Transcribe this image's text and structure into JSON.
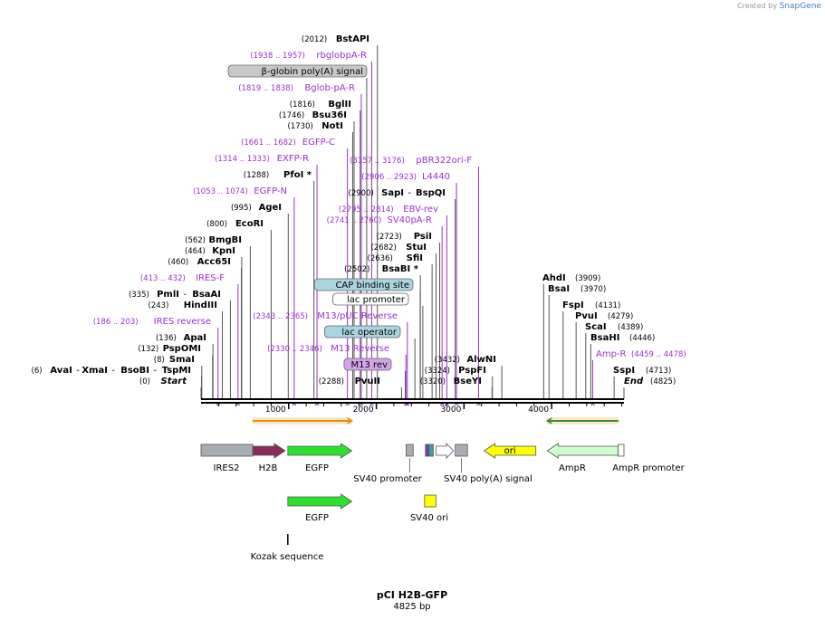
{
  "credit": {
    "prefix": "Created by",
    "brand": "SnapGene"
  },
  "plasmid": {
    "name": "pCI H2B-GFP",
    "length_label": "4825 bp",
    "length": 4825
  },
  "colors": {
    "enzyme": "#000000",
    "primer": "#9b30d0",
    "backbone": "#000000"
  },
  "ruler": {
    "ticks": [
      {
        "pos": 1000,
        "label": "1000"
      },
      {
        "pos": 2000,
        "label": "2000"
      },
      {
        "pos": 3000,
        "label": "3000"
      },
      {
        "pos": 4000,
        "label": "4000"
      }
    ]
  },
  "labels": [
    {
      "id": "BstAPI",
      "kind": "enzyme",
      "pos": "(2012)",
      "name": "BstAPI",
      "site": 2012
    },
    {
      "id": "rbglobpA-R",
      "kind": "primer",
      "pos": "(1938 .. 1957)",
      "name": "rbglobpA-R",
      "site": 1947
    },
    {
      "id": "bglobin-polyA",
      "kind": "boxed",
      "name": "β-globin poly(A) signal",
      "fill": "#c8c8c8",
      "site": 1890
    },
    {
      "id": "Bglob-pA-R",
      "kind": "primer",
      "pos": "(1819 .. 1838)",
      "name": "Bglob-pA-R",
      "site": 1828
    },
    {
      "id": "BglII",
      "kind": "enzyme",
      "pos": "(1816)",
      "name": "BglII",
      "site": 1816
    },
    {
      "id": "Bsu36I",
      "kind": "enzyme",
      "pos": "(1746)",
      "name": "Bsu36I",
      "site": 1746
    },
    {
      "id": "NotI",
      "kind": "enzyme",
      "pos": "(1730)",
      "name": "NotI",
      "site": 1730
    },
    {
      "id": "EGFP-C",
      "kind": "primer",
      "pos": "(1661 .. 1682)",
      "name": "EGFP-C",
      "site": 1670
    },
    {
      "id": "EXFP-R",
      "kind": "primer",
      "pos": "(1314 .. 1333)",
      "name": "EXFP-R",
      "site": 1323
    },
    {
      "id": "PfoI",
      "kind": "enzyme",
      "pos": "(1288)",
      "name": "PfoI *",
      "site": 1288
    },
    {
      "id": "EGFP-N",
      "kind": "primer",
      "pos": "(1053 .. 1074)",
      "name": "EGFP-N",
      "site": 1063
    },
    {
      "id": "AgeI",
      "kind": "enzyme",
      "pos": "(995)",
      "name": "AgeI",
      "site": 995
    },
    {
      "id": "EcoRI",
      "kind": "enzyme",
      "pos": "(800)",
      "name": "EcoRI",
      "site": 800
    },
    {
      "id": "BmgBI",
      "kind": "enzyme",
      "pos": "(562)",
      "name": "BmgBI",
      "site": 562
    },
    {
      "id": "KpnI",
      "kind": "enzyme",
      "pos": "(464)",
      "name": "KpnI",
      "site": 464
    },
    {
      "id": "Acc65I",
      "kind": "enzyme",
      "pos": "(460)",
      "name": "Acc65I",
      "site": 460
    },
    {
      "id": "IRES-F",
      "kind": "primer",
      "pos": "(413 .. 432)",
      "name": "IRES-F",
      "site": 422
    },
    {
      "id": "PmlI",
      "kind": "enzyme",
      "pos": "(335)",
      "name": "PmlI",
      "name2": "BsaAI",
      "site": 335
    },
    {
      "id": "HindIII",
      "kind": "enzyme",
      "pos": "(243)",
      "name": "HindIII",
      "site": 243
    },
    {
      "id": "IRES-reverse",
      "kind": "primer",
      "pos": "(186 .. 203)",
      "name": "IRES reverse",
      "site": 194
    },
    {
      "id": "ApaI",
      "kind": "enzyme",
      "pos": "(136)",
      "name": "ApaI",
      "site": 136
    },
    {
      "id": "PspOMI",
      "kind": "enzyme",
      "pos": "(132)",
      "name": "PspOMI",
      "site": 132
    },
    {
      "id": "SmaI",
      "kind": "enzyme",
      "pos": "(8)",
      "name": "SmaI",
      "site": 8
    },
    {
      "id": "AvaI",
      "kind": "enzyme",
      "pos": "(6)",
      "name": "AvaI",
      "name2": "XmaI",
      "name3": "BsoBI",
      "name4": "TspMI",
      "site": 6
    },
    {
      "id": "Start",
      "kind": "enzyme",
      "pos": "(0)",
      "name": "Start",
      "italic": true,
      "site": 0
    },
    {
      "id": "pBR322ori-F",
      "kind": "primer",
      "pos": "(3157 .. 3176)",
      "name": "pBR322ori-F",
      "site": 3166
    },
    {
      "id": "L4440",
      "kind": "primer",
      "pos": "(2906 .. 2923)",
      "name": "L4440",
      "site": 2914
    },
    {
      "id": "SapI",
      "kind": "enzyme",
      "pos": "(2900)",
      "name": "SapI",
      "name2": "BspQI",
      "site": 2900
    },
    {
      "id": "EBV-rev",
      "kind": "primer",
      "pos": "(2795 .. 2814)",
      "name": "EBV-rev",
      "site": 2804
    },
    {
      "id": "SV40pA-R",
      "kind": "primer",
      "pos": "(2741 .. 2760)",
      "name": "SV40pA-R",
      "site": 2750
    },
    {
      "id": "PsiI",
      "kind": "enzyme",
      "pos": "(2723)",
      "name": "PsiI",
      "site": 2723
    },
    {
      "id": "StuI",
      "kind": "enzyme",
      "pos": "(2682)",
      "name": "StuI",
      "site": 2682
    },
    {
      "id": "SfiI",
      "kind": "enzyme",
      "pos": "(2636)",
      "name": "SfiI",
      "site": 2636
    },
    {
      "id": "BsaBI",
      "kind": "enzyme",
      "pos": "(2502)",
      "name": "BsaBI *",
      "site": 2502
    },
    {
      "id": "CAP-binding-site",
      "kind": "boxed",
      "name": "CAP binding site",
      "fill": "#a9d5e0",
      "site": 2500
    },
    {
      "id": "lac-promoter",
      "kind": "boxed",
      "name": "lac promoter",
      "fill": "#ffffff",
      "site": 2530
    },
    {
      "id": "M13-pUC-Reverse",
      "kind": "primer",
      "pos": "(2343 .. 2365)",
      "name": "M13/pUC Reverse",
      "site": 2354
    },
    {
      "id": "lac-operator",
      "kind": "boxed",
      "name": "lac operator",
      "fill": "#a9d5e0",
      "site": 2440
    },
    {
      "id": "M13-Reverse",
      "kind": "primer",
      "pos": "(2330 .. 2346)",
      "name": "M13 Reverse",
      "site": 2338
    },
    {
      "id": "M13-rev",
      "kind": "boxed",
      "name": "M13 rev",
      "fill": "#d6a3e8",
      "site": 2330
    },
    {
      "id": "PvuII",
      "kind": "enzyme",
      "pos": "(2288)",
      "name": "PvuII",
      "site": 2288
    },
    {
      "id": "AlwNI",
      "kind": "enzyme",
      "pos": "(3432)",
      "name": "AlwNI",
      "site": 3432
    },
    {
      "id": "PspFI",
      "kind": "enzyme",
      "pos": "(3324)",
      "name": "PspFI",
      "site": 3324
    },
    {
      "id": "BseYI",
      "kind": "enzyme",
      "pos": "(3320)",
      "name": "BseYI",
      "site": 3320
    },
    {
      "id": "AhdI",
      "kind": "enzyme",
      "pos": "(3909)",
      "name": "AhdI",
      "site": 3909
    },
    {
      "id": "BsaI",
      "kind": "enzyme",
      "pos": "(3970)",
      "name": "BsaI",
      "site": 3970
    },
    {
      "id": "FspI",
      "kind": "enzyme",
      "pos": "(4131)",
      "name": "FspI",
      "site": 4131
    },
    {
      "id": "PvuI",
      "kind": "enzyme",
      "pos": "(4279)",
      "name": "PvuI",
      "site": 4279
    },
    {
      "id": "ScaI",
      "kind": "enzyme",
      "pos": "(4389)",
      "name": "ScaI",
      "site": 4389
    },
    {
      "id": "BsaHI",
      "kind": "enzyme",
      "pos": "(4446)",
      "name": "BsaHI",
      "site": 4446
    },
    {
      "id": "Amp-R",
      "kind": "primer",
      "pos": "(4459 .. 4478)",
      "name": "Amp-R",
      "site": 4468
    },
    {
      "id": "SspI",
      "kind": "enzyme",
      "pos": "(4713)",
      "name": "SspI",
      "site": 4713
    },
    {
      "id": "End",
      "kind": "enzyme",
      "pos": "(4825)",
      "name": "End",
      "italic": true,
      "site": 4825
    }
  ],
  "features": [
    {
      "id": "IRES2",
      "name": "IRES2",
      "start": 0,
      "end": 590,
      "dir": "none",
      "fill": "#a8adb3",
      "row": 1
    },
    {
      "id": "H2B",
      "name": "H2B",
      "start": 590,
      "end": 960,
      "dir": "fwd",
      "fill": "#8b2a5a",
      "row": 1
    },
    {
      "id": "EGFP",
      "name": "EGFP",
      "start": 990,
      "end": 1720,
      "dir": "fwd",
      "fill": "#2ee02e",
      "row": 1
    },
    {
      "id": "SV40-promoter",
      "name": "SV40 promoter",
      "start": 2340,
      "end": 2420,
      "dir": "none",
      "fill": "#a8adb3",
      "row": 1
    },
    {
      "id": "f-small-purple",
      "name": "",
      "start": 2560,
      "end": 2600,
      "dir": "none",
      "fill": "#7a3fb0",
      "row": 1
    },
    {
      "id": "f-small-teal",
      "name": "",
      "start": 2600,
      "end": 2650,
      "dir": "none",
      "fill": "#3aa0a8",
      "row": 1
    },
    {
      "id": "f-white-arrow",
      "name": "",
      "start": 2680,
      "end": 2880,
      "dir": "fwd",
      "fill": "#ffffff",
      "row": 1
    },
    {
      "id": "SV40-polyA",
      "name": "SV40 poly(A) signal",
      "start": 2900,
      "end": 3040,
      "dir": "none",
      "fill": "#a8adb3",
      "row": 1
    },
    {
      "id": "ori",
      "name": "ori",
      "start": 3230,
      "end": 3820,
      "dir": "rev",
      "fill": "#ffff00",
      "row": 1
    },
    {
      "id": "AmpR",
      "name": "AmpR",
      "start": 3950,
      "end": 4760,
      "dir": "rev",
      "fill": "#ccffcc",
      "row": 1
    },
    {
      "id": "AmpR-promoter",
      "name": "AmpR promoter",
      "start": 4760,
      "end": 4825,
      "dir": "none",
      "fill": "#ffffff",
      "row": 1
    },
    {
      "id": "EGFP-2",
      "name": "EGFP",
      "start": 990,
      "end": 1720,
      "dir": "fwd",
      "fill": "#2ee02e",
      "row": 2
    },
    {
      "id": "SV40-ori",
      "name": "SV40 ori",
      "start": 2550,
      "end": 2680,
      "dir": "none",
      "fill": "#ffff00",
      "row": 2
    },
    {
      "id": "Kozak",
      "name": "Kozak sequence",
      "start": 990,
      "end": 1000,
      "dir": "none",
      "fill": "#000000",
      "row": 3
    }
  ],
  "orfs": [
    {
      "start": 590,
      "end": 1720,
      "dir": "fwd",
      "color": "#e88a1a"
    },
    {
      "start": 3950,
      "end": 4760,
      "dir": "rev",
      "color": "#3a8a3a"
    }
  ]
}
